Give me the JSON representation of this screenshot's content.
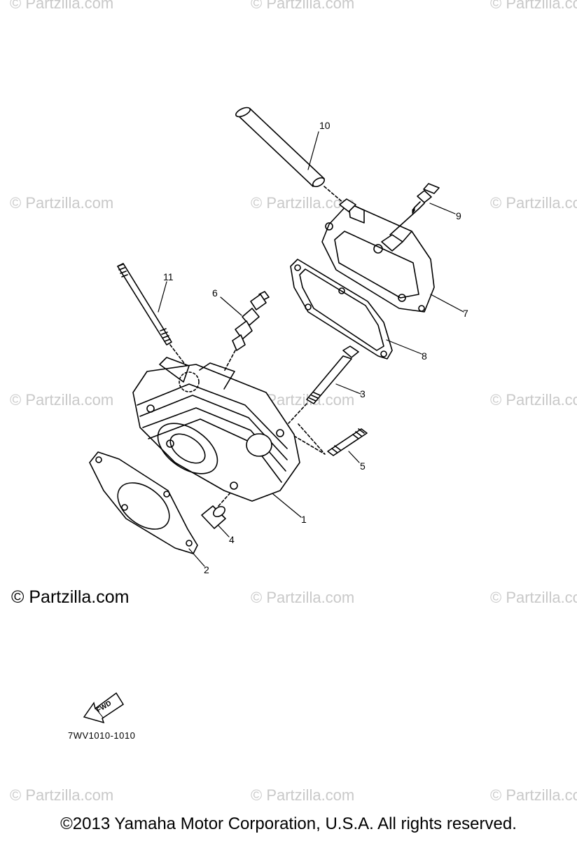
{
  "watermark": "© Partzilla.com",
  "watermark_main": "© Partzilla.com",
  "callouts": {
    "p1": "1",
    "p2": "2",
    "p3": "3",
    "p4": "4",
    "p5": "5",
    "p6": "6",
    "p7": "7",
    "p8": "8",
    "p9": "9",
    "p10": "10",
    "p11": "11"
  },
  "fwd_label": "FWD",
  "diagram_code": "7WV1010-1010",
  "copyright": "©2013  Yamaha Motor Corporation, U.S.A. All rights reserved.",
  "colors": {
    "line": "#000000",
    "watermark": "#c9c9c9"
  }
}
